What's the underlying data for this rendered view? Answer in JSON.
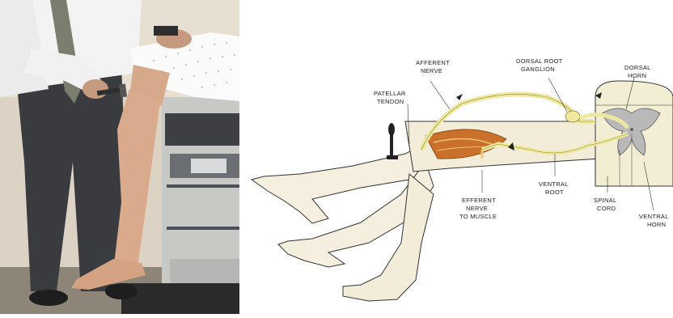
{
  "photo": {
    "subject": "reflex-hammer-exam-photo"
  },
  "diagram": {
    "labels": {
      "afferent_nerve": [
        "AFFERENT",
        "NERVE"
      ],
      "dorsal_root_ganglion": [
        "DORSAL ROOT",
        "GANGLION"
      ],
      "dorsal_horn": [
        "DORSAL",
        "HORN"
      ],
      "patellar_tendon": [
        "PATELLAR",
        "TENDON"
      ],
      "efferent_nerve": [
        "EFFERENT",
        "NERVE",
        "TO MUSCLE"
      ],
      "ventral_root": [
        "VENTRAL",
        "ROOT"
      ],
      "spinal_cord": [
        "SPINAL",
        "CORD"
      ],
      "ventral_horn": [
        "VENTRAL",
        "HORN"
      ]
    },
    "colors": {
      "nerve": "#eee8a0",
      "gray_matter": "#b9b9b9",
      "muscle": "#c9702a",
      "skin": "#f3ecd9"
    }
  }
}
